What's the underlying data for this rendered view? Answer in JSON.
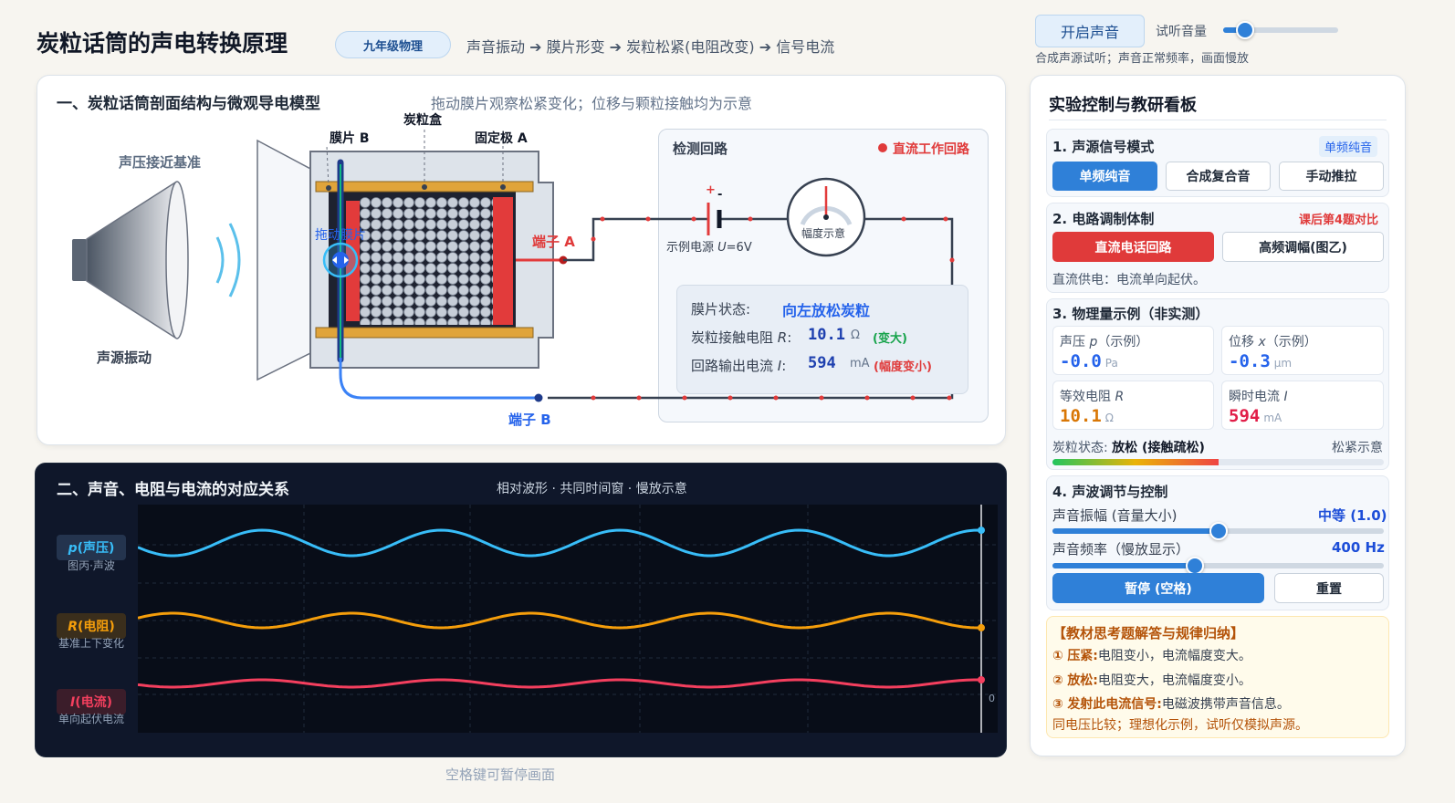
{
  "header": {
    "title": "炭粒话筒的声电转换原理",
    "grade_badge": "九年级物理",
    "flow": "声音振动 ➔ 膜片形变 ➔ 炭粒松紧(电阻改变) ➔ 信号电流",
    "sound_button": "开启声音",
    "volume_label": "试听音量",
    "volume_level": 0.19,
    "sound_note": "合成声源试听；声音正常频率，画面慢放"
  },
  "model_panel": {
    "title": "一、炭粒话筒剖面结构与微观导电模型",
    "hint": "拖动膜片观察松紧变化；位移与颗粒接触均为示意",
    "sound_pressure_label": "声压接近基准",
    "source_label": "声源振动",
    "diaphragm_label": "膜片 B",
    "box_label": "炭粒盒",
    "fixed_pole_label": "固定极 A",
    "drag_label": "拖动膜片",
    "terminal_a": "端子 A",
    "terminal_b": "端子 B",
    "circuit": {
      "title": "检测回路",
      "mode_tag": "直流工作回路",
      "plus": "+",
      "minus": "-",
      "source_prefix": "示例电源 ",
      "source_var": "U",
      "source_value": "=6V",
      "meter_label": "幅度示意",
      "status_label": "膜片状态:",
      "status_value": "向左放松炭粒",
      "resistance_prefix": "炭粒接触电阻 ",
      "resistance_var": "R",
      "resistance_value": "10.1",
      "resistance_unit": "Ω",
      "resistance_note": "(变大)",
      "current_prefix": "回路输出电流 ",
      "current_var": "I",
      "current_value": "594",
      "current_unit": "mA",
      "current_note": "(幅度变小)"
    }
  },
  "wave_panel": {
    "title": "二、声音、电阻与电流的对应关系",
    "subtitle": "相对波形 · 共同时间窗 · 慢放示意",
    "zero_label": "0",
    "footer": "空格键可暂停画面",
    "colors": {
      "p": "#38bdf8",
      "r": "#f59e0b",
      "i": "#f43f5e"
    },
    "channels": [
      {
        "var": "p",
        "name": "(声压)",
        "desc": "图丙·声波"
      },
      {
        "var": "R",
        "name": "(电阻)",
        "desc": "基准上下变化"
      },
      {
        "var": "I",
        "name": "(电流)",
        "desc": "单向起伏电流"
      }
    ]
  },
  "control_panel": {
    "title": "实验控制与教研看板",
    "section1": {
      "title": "1. 声源信号模式",
      "tag": "单频纯音",
      "buttons": [
        "单频纯音",
        "合成复合音",
        "手动推拉"
      ]
    },
    "section2": {
      "title": "2. 电路调制体制",
      "tag": "课后第4题对比",
      "buttons": [
        "直流电话回路",
        "高频调幅(图乙)"
      ],
      "note": "直流供电：电流单向起伏。"
    },
    "section3": {
      "title": "3. 物理量示例（非实测）",
      "stats": [
        {
          "label_prefix": "声压 ",
          "var": "p",
          "label_suffix": "（示例）",
          "value": "-0.0",
          "unit": "Pa",
          "color": "#2563eb"
        },
        {
          "label_prefix": "位移 ",
          "var": "x",
          "label_suffix": "（示例）",
          "value": "-0.3",
          "unit": "μm",
          "color": "#2563eb"
        },
        {
          "label_prefix": "等效电阻 ",
          "var": "R",
          "label_suffix": "",
          "value": "10.1",
          "unit": "Ω",
          "color": "#d97706"
        },
        {
          "label_prefix": "瞬时电流 ",
          "var": "I",
          "label_suffix": "",
          "value": "594",
          "unit": "mA",
          "color": "#e11d48"
        }
      ],
      "state_prefix": "炭粒状态:",
      "state_value": "放松 (接触疏松)",
      "state_right": "松紧示意",
      "tightness": 0.5
    },
    "section4": {
      "title": "4. 声波调节与控制",
      "amp_label": "声音振幅 (音量大小)",
      "amp_value": "中等 (1.0)",
      "amp_level": 0.5,
      "freq_label": "声音频率（慢放显示）",
      "freq_value": "400 Hz",
      "freq_level": 0.43,
      "pause_button": "暂停 (空格)",
      "reset_button": "重置"
    },
    "answers": {
      "title": "【教材思考题解答与规律归纳】",
      "items": [
        {
          "num": "①",
          "key": "压紧:",
          "text": "电阻变小，电流幅度变大。"
        },
        {
          "num": "②",
          "key": "放松:",
          "text": "电阻变大，电流幅度变小。"
        },
        {
          "num": "③",
          "key": "发射此电流信号:",
          "text": "电磁波携带声音信息。"
        }
      ],
      "footer": "同电压比较；理想化示例，试听仅模拟声源。"
    }
  }
}
